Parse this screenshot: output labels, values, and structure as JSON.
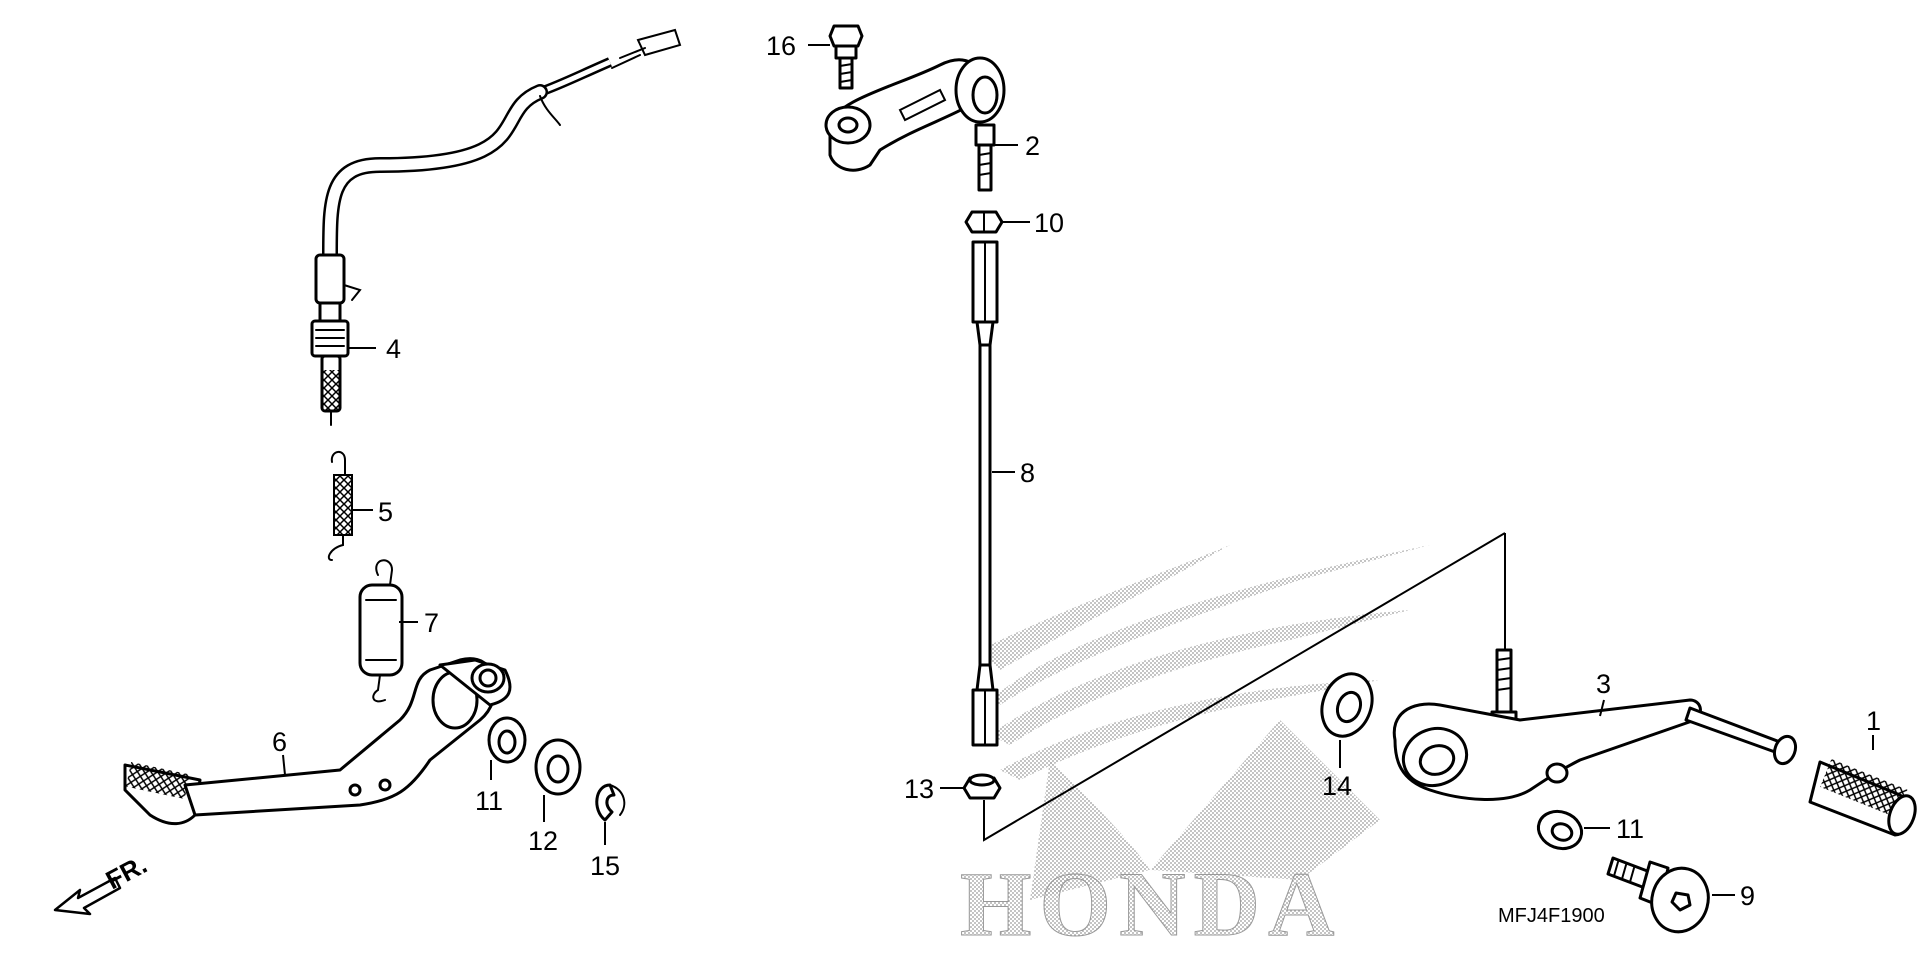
{
  "diagram": {
    "code": "MFJ4F1900",
    "direction_label": "FR.",
    "brand_watermark": "HONDA",
    "callouts": [
      "1",
      "2",
      "3",
      "4",
      "5",
      "6",
      "7",
      "8",
      "9",
      "10",
      "11",
      "11",
      "12",
      "13",
      "14",
      "15",
      "16"
    ]
  },
  "colors": {
    "ink": "#000000",
    "paper": "#ffffff",
    "watermark": "#9a9a9a"
  }
}
